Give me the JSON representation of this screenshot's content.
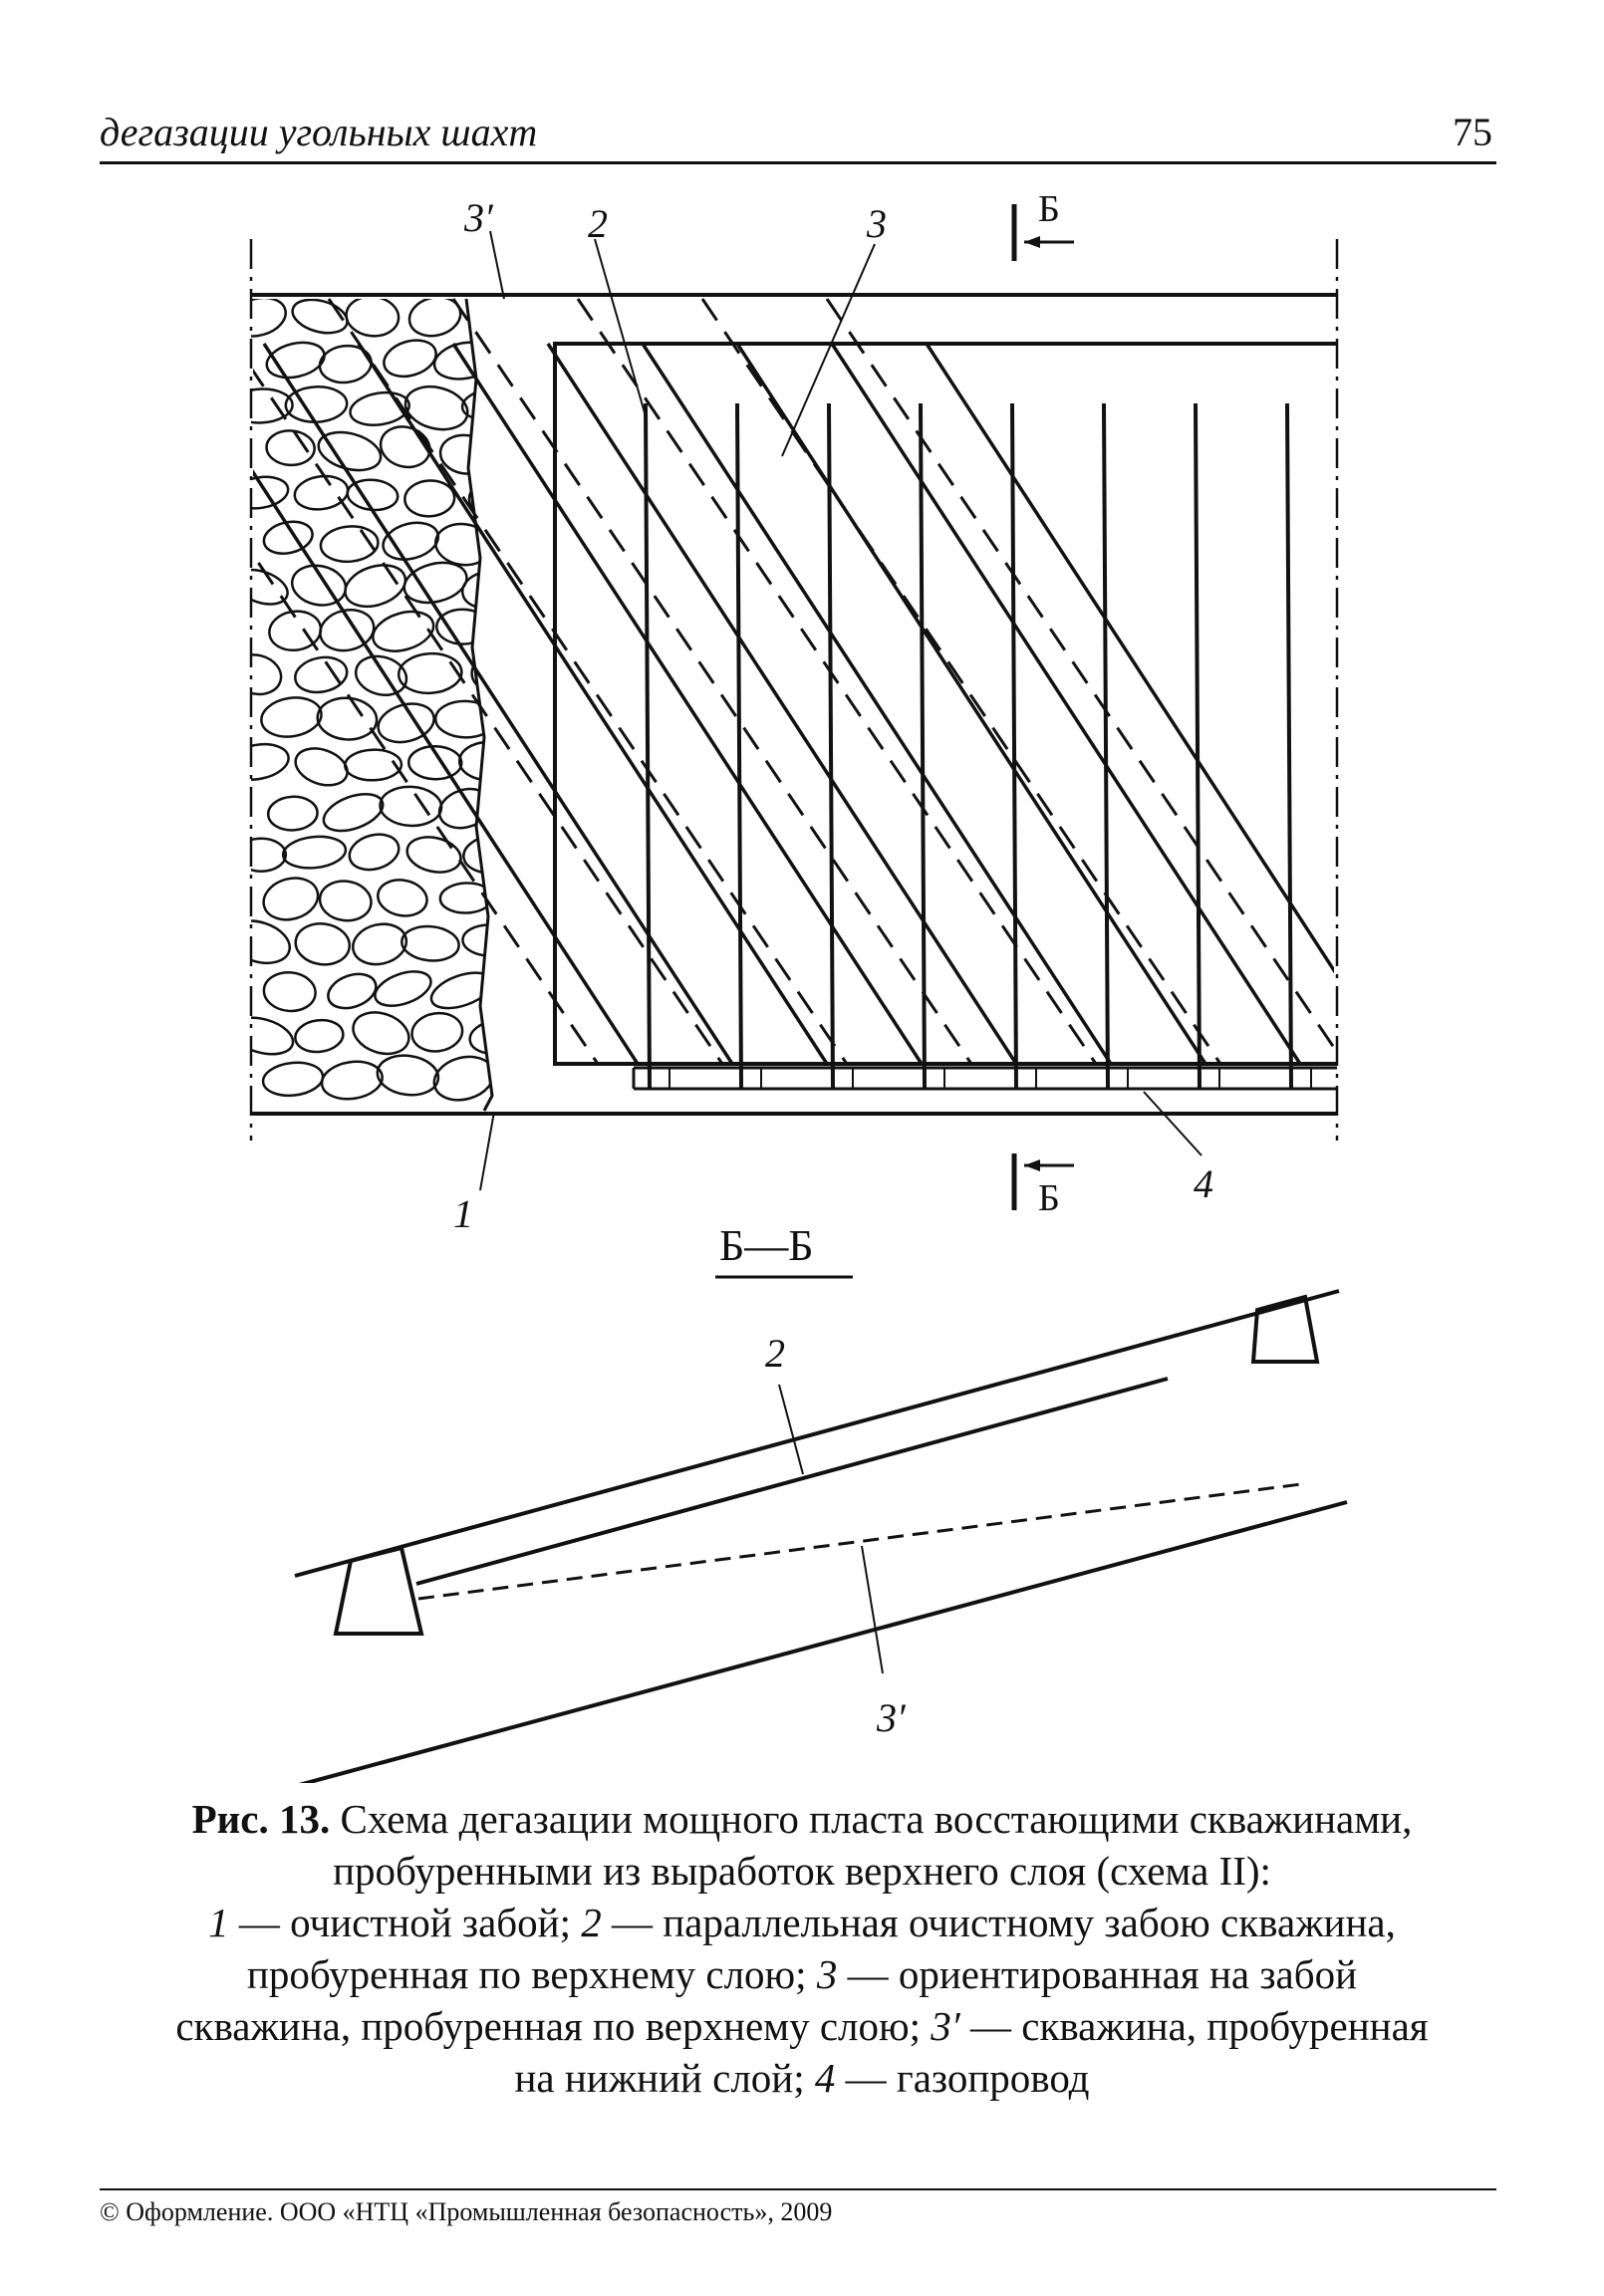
{
  "header": {
    "running_title": "дегазации угольных шахт",
    "page_number": "75"
  },
  "figure": {
    "labels": {
      "l_3prime_top": "3′",
      "l_2_top": "2",
      "l_3_top": "3",
      "section_top": "Б",
      "section_bottom": "Б",
      "l_1": "1",
      "l_4": "4",
      "section_title": "Б—Б",
      "l_2_section": "2",
      "l_3prime_section": "3′"
    }
  },
  "caption": {
    "fig_label": "Рис. 13.",
    "line1_rest": " Схема дегазации мощного пласта восстающими скважинами,",
    "line2": "пробуренными из выработок верхнего слоя (схема II):",
    "n1": "1",
    "t1": " — очистной забой; ",
    "n2": "2",
    "t2": " — параллельная очистному забою скважина,",
    "line4": "пробуренная по верхнему слою; ",
    "n3": "3",
    "t3": " — ориентированная на забой",
    "line5a": "скважина, пробуренная по верхнему слою; ",
    "n3p": "3′",
    "t3p": " — скважина, пробуренная",
    "line6a": "на нижний слой; ",
    "n4": "4",
    "t4": " — газопровод"
  },
  "footer": {
    "copyright": "© Оформление. ООО «НТЦ «Промышленная безопасность», 2009"
  }
}
